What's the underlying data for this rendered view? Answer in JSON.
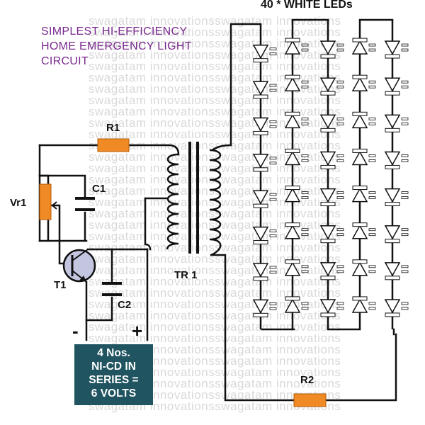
{
  "title": {
    "line1": "SIMPLEST HI-EFFICIENCY",
    "line2": "HOME EMERGENCY LIGHT",
    "line3": "CIRCUIT"
  },
  "led_heading": "40 * WHITE LEDs",
  "components": {
    "r1": "R1",
    "r2": "R2",
    "vr1": "Vr1",
    "c1": "C1",
    "c2": "C2",
    "t1": "T1",
    "tr1": "TR 1"
  },
  "battery": {
    "minus": "-",
    "plus": "+",
    "line1": "4 Nos.",
    "line2": "NI-CD IN",
    "line3": "SERIES =",
    "line4": "6 VOLTS"
  },
  "watermark": {
    "lines": [
      "swagatam innovationsswagatam innovations",
      "swagatam innovationsswagatam innovations",
      "swagatam innovationsswagatam innovations",
      "swagatam innovationsswagatam innovations",
      "swagatam innovationsswagatam innovations",
      "swagatam innovationsswagatam innovations",
      "swagatam innovationsswagatam innovations",
      "swagatam innovationsswagatam innovations",
      "swagatam innovationsswagatam innovations",
      "swagatam innovationsswagatam innovations",
      "swagatam innovationsswagatam innovations",
      "swagatam innovationsswagatam innovations",
      "swagatam innovationsswagatam innovations",
      "swagatam innovationsswagatam innovations",
      "swagatam innovationsswagatam innovations",
      "swagatam innovationsswagatam innovations",
      "swagatam innovationsswagatam innovations",
      "swagatam innovationsswagatam innovations",
      "swagatam innovationsswagatam innovations",
      "swagatam innovationsswagatam innovations",
      "swagatam innovationsswagatam innovations",
      "swagatam innovationsswagatam innovations",
      "swagatam innovationsswagatam innovations",
      "swagatam innovationsswagatam innovations",
      "swagatam innovationsswagatam innovations",
      "swagatam innovationsswagatam innovations",
      "swagatam innovationsswagatam innovations",
      "swagatam innovationsswagatam innovations",
      "swagatam innovationsswagatam innovations",
      "swagatam innovationsswagatam innovations",
      "swagatam innovationsswagatam innovations",
      "swagatam innovationsswagatam innovations",
      "swagatam innovationsswagatam innovations",
      "swagatam innovationsswagatam innovations",
      "swagatam innovationsswagatam innovations"
    ]
  },
  "colors": {
    "resistor": "#f08a24",
    "battery": "#1f5460",
    "title": "#7a2a8e",
    "wire": "#111111"
  }
}
